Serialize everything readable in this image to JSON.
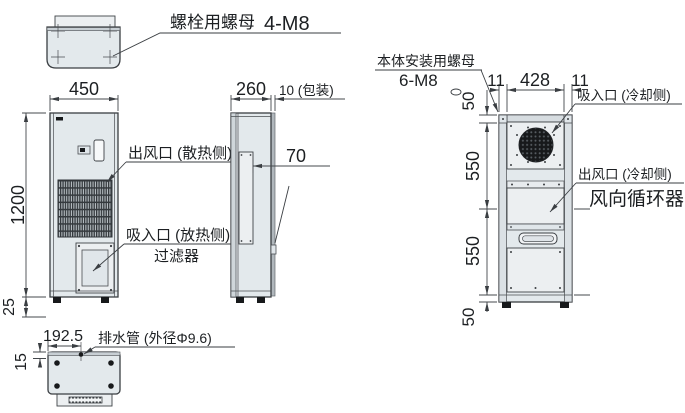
{
  "colors": {
    "background": "#ffffff",
    "line": "#3a3e42",
    "body_fill": "#e3e9ec",
    "grille_dark": "#34393d",
    "fan_dark": "#17191b"
  },
  "labels": {
    "bolt_nut": "螺栓用螺母",
    "bolt_nut_spec": "4-M8",
    "outlet_heat_side": "出风口 (散热侧)",
    "inlet_heat_side": "吸入口 (放热侧)",
    "filter": "过滤器",
    "drain_pipe": "排水管 (外径Φ9.6)",
    "body_mount_nut": "本体安装用螺母",
    "body_mount_nut_spec": "6-M8",
    "inlet_cool_side": "吸入口 (冷却侧)",
    "outlet_cool_side": "出风口 (冷却侧)",
    "air_circulator": "风向循环器"
  },
  "dims": {
    "front_width": "450",
    "front_height": "1200",
    "base_height": "25",
    "depth": "260",
    "packing": "10 (包装)",
    "offset_70": "70",
    "rear_margin_left": "11",
    "rear_width": "428",
    "rear_margin_right": "11",
    "rear_top": "50",
    "rear_upper": "550",
    "rear_lower": "550",
    "rear_bottom": "50",
    "drain_offset_x": "192.5",
    "drain_offset_y": "15"
  }
}
